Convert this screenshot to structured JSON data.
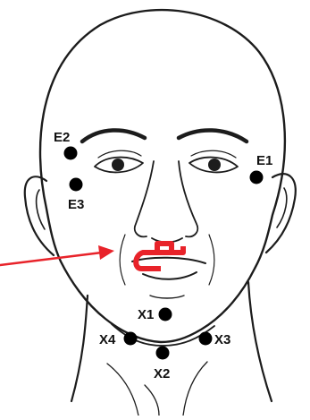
{
  "figure": {
    "colors": {
      "line": "#1c1c1c",
      "dot": "#000000",
      "marker": "#e8232a",
      "label": "#111111"
    },
    "points": [
      {
        "id": "E1",
        "label": "E1"
      },
      {
        "id": "E2",
        "label": "E2"
      },
      {
        "id": "E3",
        "label": "E3"
      },
      {
        "id": "X1",
        "label": "X1"
      },
      {
        "id": "X2",
        "label": "X2"
      },
      {
        "id": "X3",
        "label": "X3"
      },
      {
        "id": "X4",
        "label": "X4"
      }
    ],
    "arrow": {
      "icon": "red-arrow-icon",
      "target": "upper-lip-marker"
    }
  }
}
